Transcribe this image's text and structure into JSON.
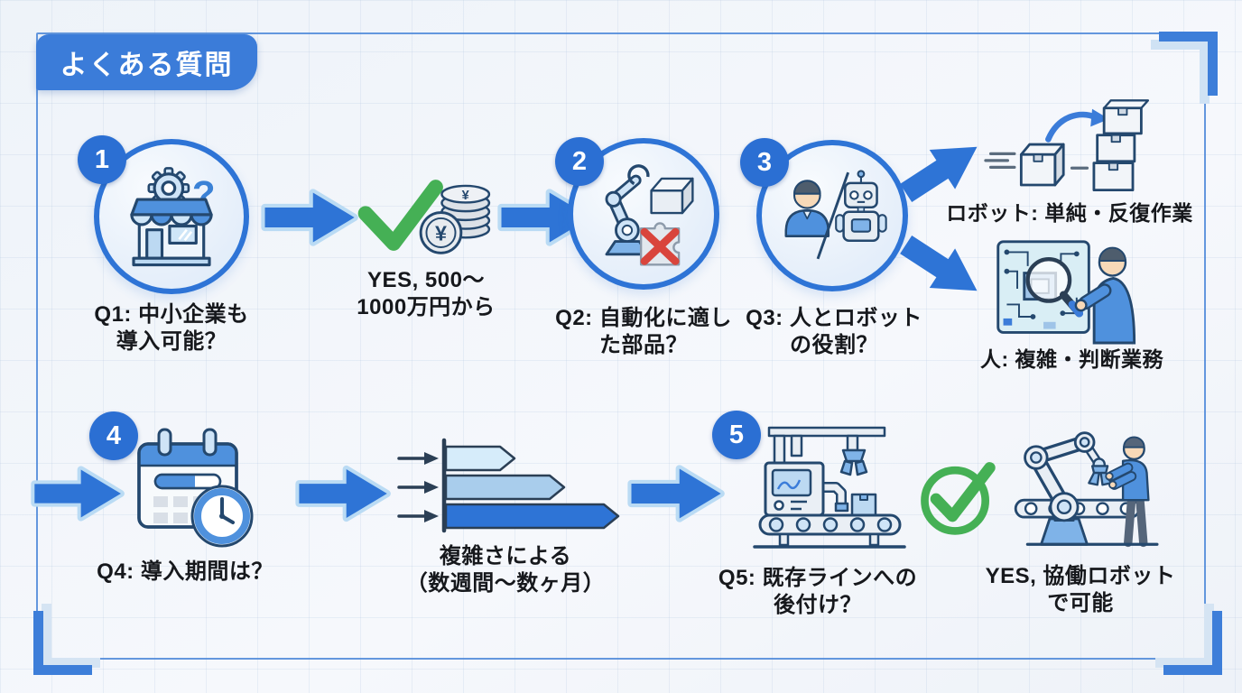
{
  "title": "よくある質問",
  "colors": {
    "accent_blue": "#2e74d6",
    "badge_blue": "#2b6fd3",
    "arrow_outline": "#badbf4",
    "frame_blue": "#4a86d8",
    "green_check": "#45b055",
    "red_x": "#d9453c",
    "text": "#16181c"
  },
  "steps": {
    "q1": {
      "number": "1",
      "line1": "Q1: 中小企業も",
      "line2": "導入可能？"
    },
    "a1": {
      "line1": "YES, 500〜",
      "line2": "1000万円から"
    },
    "q2": {
      "number": "2",
      "line1": "Q2: 自動化に適し",
      "line2": "た部品？"
    },
    "q3": {
      "number": "3",
      "line1": "Q3: 人とロボット",
      "line2": "の役割？"
    },
    "branch_robot": {
      "label": "ロボット: 単純・反復作業"
    },
    "branch_human": {
      "label": "人: 複雑・判断業務"
    },
    "q4": {
      "number": "4",
      "label": "Q4: 導入期間は？"
    },
    "a4": {
      "line1": "複雑さによる",
      "line2": "（数週間〜数ヶ月）"
    },
    "q5": {
      "number": "5",
      "line1": "Q5: 既存ラインへの",
      "line2": "後付け？"
    },
    "a5": {
      "line1": "YES, 協働ロボット",
      "line2": "で可能"
    }
  },
  "icons": {
    "store-question-icon": "storefront with gear and question mark",
    "check-coins-icon": "green checkmark with stacked yen coins",
    "robot-arm-parts-icon": "robot arm with box part and rejected irregular part",
    "human-robot-icon": "human bust and robot divided by slash",
    "stacked-boxes-icon": "box moving onto stack of boxes",
    "circuit-inspect-icon": "person inspecting circuit board with magnifier",
    "calendar-clock-icon": "calendar with progress bar and clock",
    "duration-bars-icon": "three horizontal duration bars of increasing length",
    "factory-line-icon": "production line machine with conveyor and gripper",
    "cobot-icon": "collaborative robot arm working beside a person",
    "check-circle-icon": "green circled checkmark"
  }
}
